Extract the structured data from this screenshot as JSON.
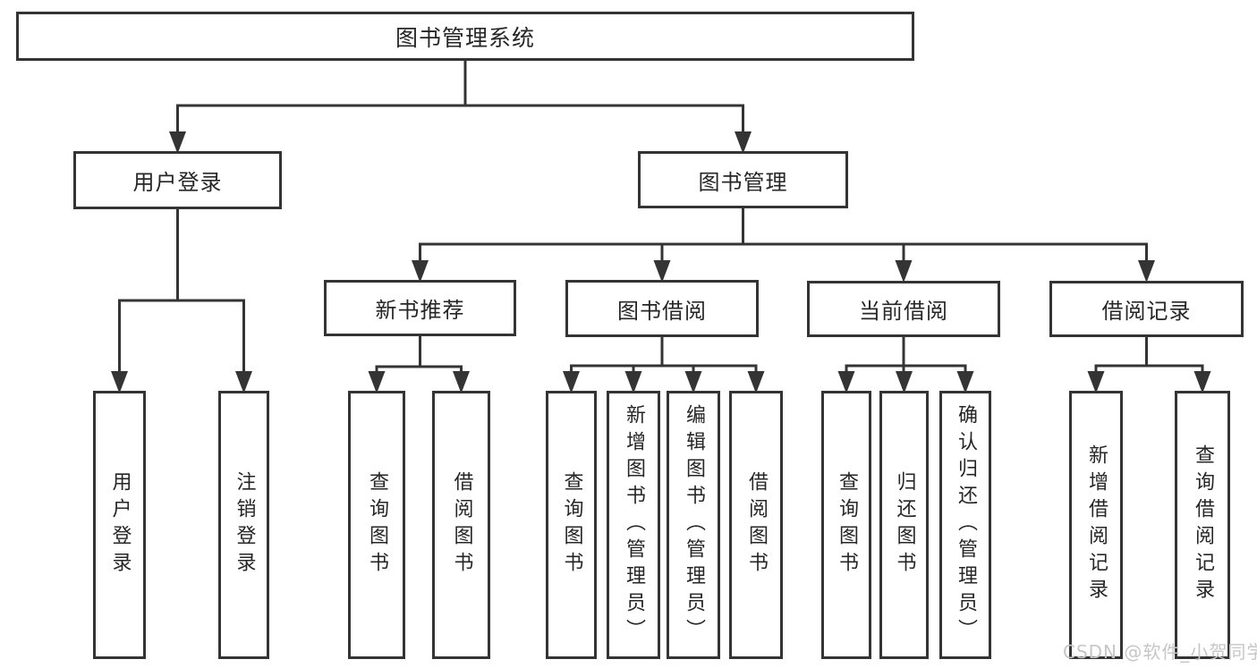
{
  "root_label": "图书管理系统",
  "level2": {
    "user_login": "用户登录",
    "book_mgmt": "图书管理"
  },
  "level3": {
    "new_book": "新书推荐",
    "book_borrow": "图书借阅",
    "current_borrow": "当前借阅",
    "borrow_record": "借阅记录"
  },
  "leaves": {
    "user_login": [
      "用户登录",
      "注销登录"
    ],
    "new_book": [
      "查询图书",
      "借阅图书"
    ],
    "book_borrow": [
      "查询图书",
      "新增图书（管理员）",
      "编辑图书（管理员）",
      "借阅图书"
    ],
    "current_borrow": [
      "查询图书",
      "归还图书",
      "确认归还（管理员）"
    ],
    "borrow_record": [
      "新增借阅记录",
      "查询借阅记录"
    ]
  },
  "watermark": {
    "text": "CSDN @软件_小贺同学"
  },
  "colors": {
    "line": "#343434",
    "text": "#262626",
    "watermark": "#c6c6c6",
    "background": "#ffffff"
  }
}
